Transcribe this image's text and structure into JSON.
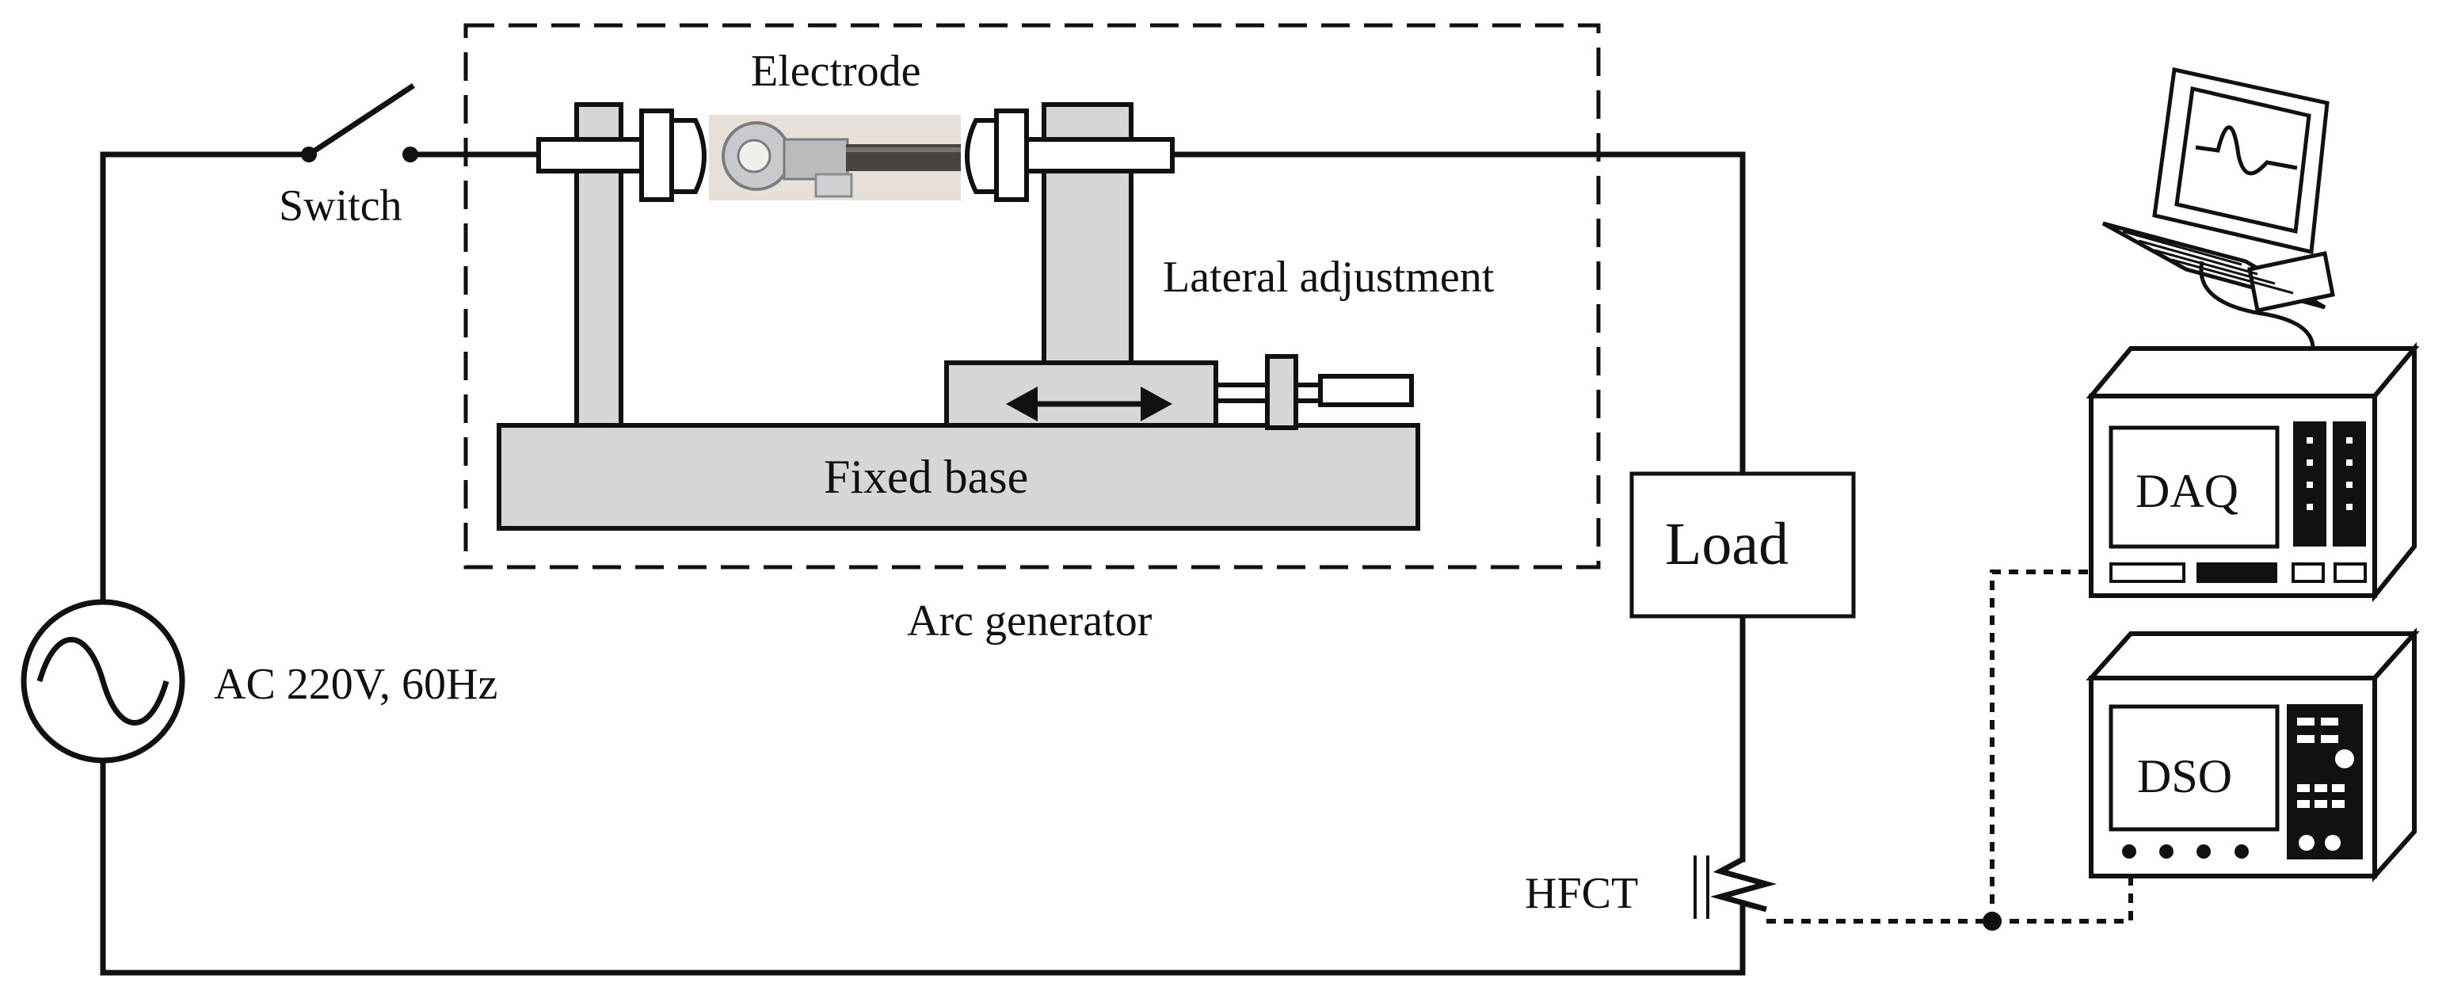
{
  "labels": {
    "electrode": "Electrode",
    "switch": "Switch",
    "lateral_adjustment": "Lateral adjustment",
    "fixed_base": "Fixed base",
    "arc_generator": "Arc generator",
    "load": "Load",
    "ac_source": "AC 220V, 60Hz",
    "hfct": "HFCT",
    "daq": "DAQ",
    "dso": "DSO"
  },
  "colors": {
    "line": "#111111",
    "fixture_fill": "#d6d6d6",
    "instrument_face": "#ffffff",
    "electrode_metal": "#c7c9cc",
    "electrode_background": "#e6e0d8"
  },
  "icons": {
    "ac_source": "sine-wave-source-icon",
    "computer": "computer-icon",
    "hfct": "current-transformer-icon",
    "arrow": "double-arrow-icon"
  }
}
